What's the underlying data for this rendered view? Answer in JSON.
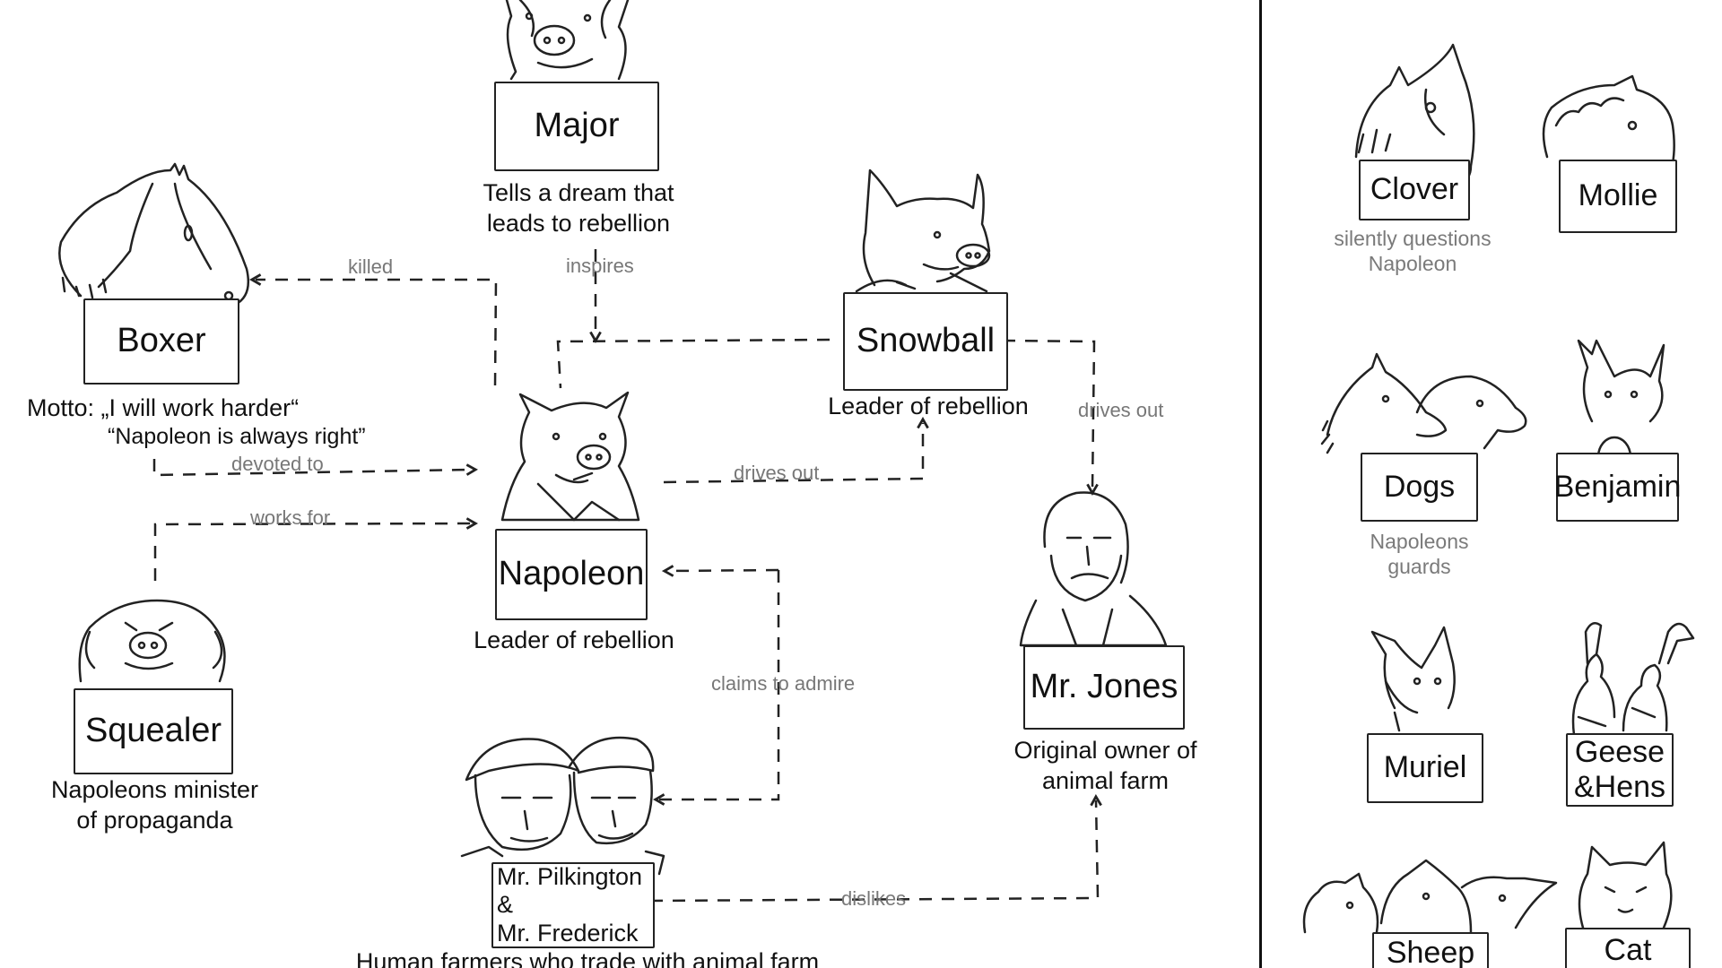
{
  "nodes": {
    "major": {
      "name": "Major",
      "desc_line1": "Tells a dream that",
      "desc_line2": "leads to rebellion"
    },
    "boxer": {
      "name": "Boxer",
      "motto_line1": "Motto: „I will work harder“",
      "motto_line2": "“Napoleon is always right”"
    },
    "snowball": {
      "name": "Snowball",
      "desc": "Leader of rebellion"
    },
    "napoleon": {
      "name": "Napoleon",
      "desc": "Leader of rebellion"
    },
    "squealer": {
      "name": "Squealer",
      "desc_line1": "Napoleons minister",
      "desc_line2": "of propaganda"
    },
    "jones": {
      "name": "Mr. Jones",
      "desc_line1": "Original owner of",
      "desc_line2": "animal farm"
    },
    "farmers": {
      "name_line1": "Mr. Pilkington &",
      "name_line2": "Mr. Frederick",
      "desc": "Human farmers who trade with animal farm"
    }
  },
  "edges": {
    "killed": "killed",
    "inspires": "inspires",
    "devoted_to": "devoted to",
    "works_for": "works for",
    "drives_out_napoleon": "drives out",
    "drives_out_snowball": "drives out",
    "claims_to_admire": "claims to admire",
    "dislikes": "dislikes"
  },
  "side_panel": {
    "clover": {
      "name": "Clover",
      "desc_line1": "silently questions",
      "desc_line2": "Napoleon"
    },
    "mollie": {
      "name": "Mollie"
    },
    "dogs": {
      "name": "Dogs",
      "desc_line1": "Napoleons",
      "desc_line2": "guards"
    },
    "benjamin": {
      "name": "Benjamin"
    },
    "muriel": {
      "name": "Muriel"
    },
    "geese": {
      "name_line1": "Geese",
      "name_line2": "&Hens"
    },
    "sheep": {
      "name": "Sheep"
    },
    "cat": {
      "name": "Cat"
    }
  }
}
